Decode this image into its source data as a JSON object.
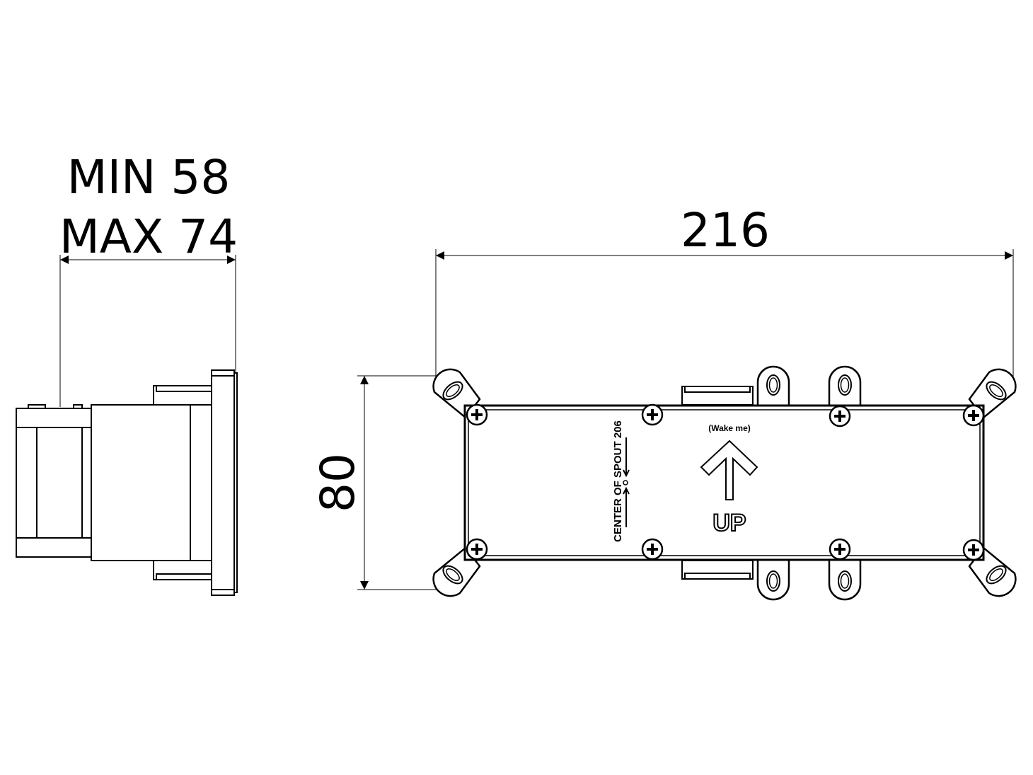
{
  "side_view": {
    "depth_dimension": {
      "min_label": "MIN 58",
      "max_label": "MAX 74"
    }
  },
  "front_view": {
    "width_dimension": {
      "label": "216"
    },
    "height_dimension": {
      "label": "80"
    },
    "center_of_spout_label": "CENTER OF SPOUT 206",
    "orientation_note": "(Wake me)",
    "orientation_label": "UP"
  },
  "colors": {
    "line": "#000000",
    "background": "#ffffff"
  }
}
